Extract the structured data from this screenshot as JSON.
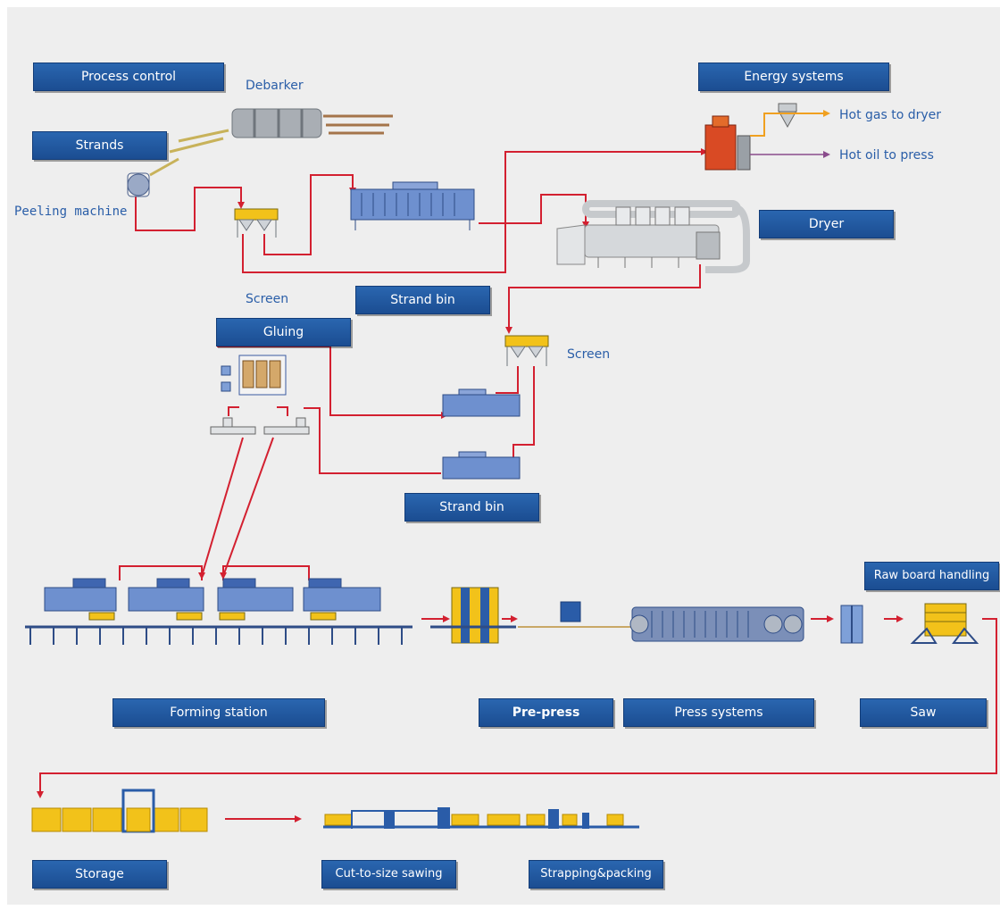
{
  "labels": {
    "process_control": "Process control",
    "debarker": "Debarker",
    "strands": "Strands",
    "peeling_machine": "Peeling machine",
    "energy_systems": "Energy systems",
    "hot_gas_to_dryer": "Hot gas to dryer",
    "hot_oil_to_press": "Hot oil to press",
    "dryer": "Dryer",
    "screen_1": "Screen",
    "strand_bin_1": "Strand bin",
    "gluing": "Gluing",
    "screen_2": "Screen",
    "strand_bin_2": "Strand bin",
    "raw_board_handling": "Raw board handling",
    "forming_station": "Forming station",
    "pre_press": "Pre-press",
    "press_systems": "Press systems",
    "saw": "Saw",
    "storage": "Storage",
    "cut_to_size_sawing": "Cut-to-size sawing",
    "strapping_packing": "Strapping&packing"
  },
  "colors": {
    "background_panel": "#eeeeee",
    "label_box": "#1f5699",
    "label_text": "#ffffff",
    "free_text": "#2a5ea8",
    "flow_line": "#d32030",
    "machine_blue": "#5a7fc8",
    "machine_grey": "#b9bdc2",
    "board_yellow": "#f2c21a"
  }
}
